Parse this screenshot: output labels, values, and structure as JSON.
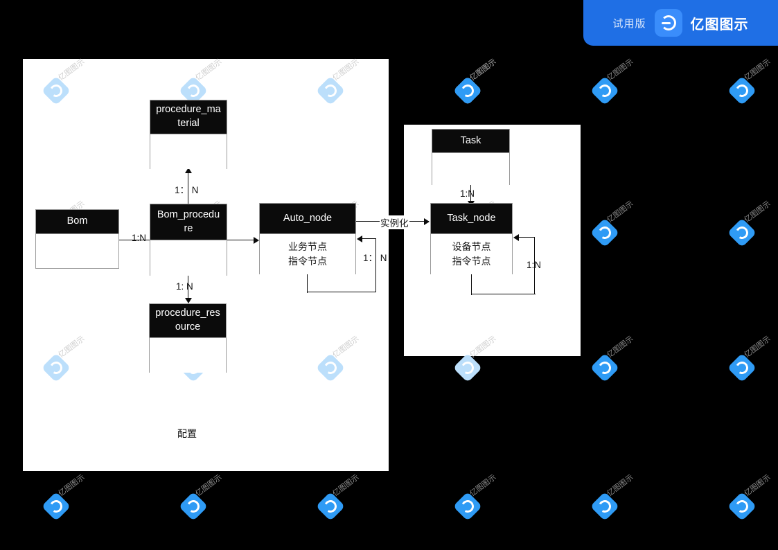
{
  "badge": {
    "trial_label": "试用版",
    "brand_name": "亿图图示",
    "logo_icon": "edraw-logo-icon",
    "bg_color": "#1f6fe5",
    "logo_color": "#3a8dfb"
  },
  "canvas": {
    "background_color": "#000000",
    "panel_color": "#ffffff",
    "entity_header_color": "#0b0b0b",
    "entity_border_color": "#9a9a9a"
  },
  "watermark": {
    "text": "亿图图示",
    "icon": "edraw-diamond-icon"
  },
  "panels": [
    {
      "id": "config-panel",
      "label": "配置"
    },
    {
      "id": "task-panel",
      "label": ""
    }
  ],
  "entities": [
    {
      "id": "bom",
      "title": "Bom",
      "rows": []
    },
    {
      "id": "procedure_material",
      "title": "procedure_material",
      "title_lines": [
        "procedure_ma",
        "terial"
      ],
      "rows": []
    },
    {
      "id": "bom_procedure",
      "title": "Bom_procedure",
      "title_lines": [
        "Bom_procedu",
        "re"
      ],
      "rows": []
    },
    {
      "id": "procedure_resource",
      "title": "procedure_resource",
      "title_lines": [
        "procedure_res",
        "ource"
      ],
      "rows": []
    },
    {
      "id": "auto_node",
      "title": "Auto_node",
      "title_lines": [
        "Auto_node"
      ],
      "rows": [
        "业务节点",
        "指令节点"
      ]
    },
    {
      "id": "task",
      "title": "Task",
      "title_lines": [
        "Task"
      ],
      "rows": []
    },
    {
      "id": "task_node",
      "title": "Task_node",
      "title_lines": [
        "Task_node"
      ],
      "rows": [
        "设备节点",
        "指令节点"
      ]
    }
  ],
  "edges": [
    {
      "id": "bom-to-bom_procedure",
      "label": "1:N",
      "from": "bom",
      "to": "bom_procedure"
    },
    {
      "id": "bom_procedure-to-procedure_material",
      "label": "1： N",
      "from": "bom_procedure",
      "to": "procedure_material"
    },
    {
      "id": "bom_procedure-to-procedure_resource",
      "label": "1: N",
      "from": "bom_procedure",
      "to": "procedure_resource"
    },
    {
      "id": "bom_procedure-to-auto_node",
      "label": "",
      "from": "bom_procedure",
      "to": "auto_node"
    },
    {
      "id": "auto_node-self",
      "label": "1： N",
      "from": "auto_node",
      "to": "auto_node"
    },
    {
      "id": "auto_node-to-task_node",
      "label": "实例化",
      "from": "auto_node",
      "to": "task_node"
    },
    {
      "id": "task-to-task_node",
      "label": "1:N",
      "from": "task",
      "to": "task_node"
    },
    {
      "id": "task_node-self",
      "label": "1:N",
      "from": "task_node",
      "to": "task_node"
    }
  ]
}
